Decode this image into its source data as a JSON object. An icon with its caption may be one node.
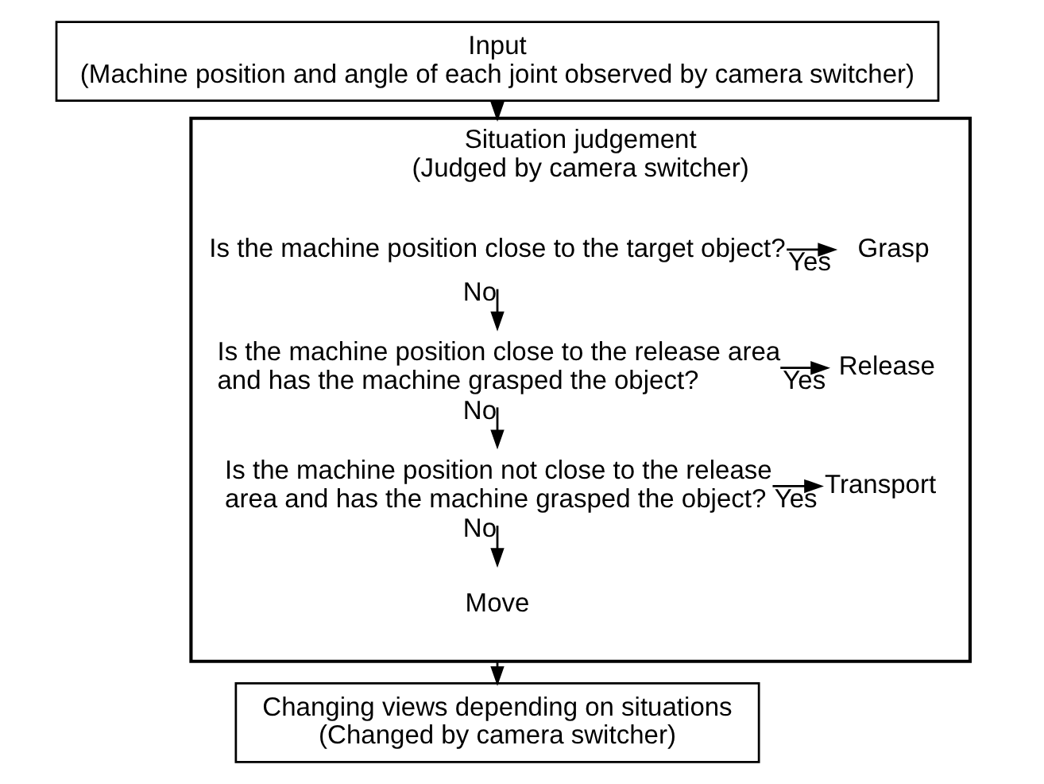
{
  "diagram": {
    "nodes": [
      {
        "text": [
          "Input",
          "(Machine position and angle of each joint observed by camera switcher)"
        ]
      },
      {
        "text": [
          "Situation judgement",
          "(Judged by camera switcher)"
        ]
      },
      {
        "text": [
          "Is the machine position close to the target object?"
        ],
        "in": 1
      },
      {
        "text": [
          "Grasp"
        ],
        "in": 1
      },
      {
        "text": [
          "Is the machine position close to the release area and has the machine grasped the object?"
        ],
        "in": 1
      },
      {
        "text": [
          "Release"
        ],
        "in": 1
      },
      {
        "text": [
          "Is the machine position not close to the release area and has the machine grasped the object?"
        ],
        "in": 1
      },
      {
        "text": [
          "Transport"
        ],
        "in": 1
      },
      {
        "text": [
          "Move"
        ],
        "in": 1
      },
      {
        "text": [
          "Changing views depending on situations",
          "(Changed by camera switcher)"
        ]
      }
    ],
    "edges": [
      {
        "from": 0,
        "to": 1,
        "arrow": "to"
      },
      {
        "from": 2,
        "to": 3,
        "label": "Yes",
        "arrow": "to"
      },
      {
        "from": 2,
        "to": 4,
        "label": "No",
        "arrow": "to"
      },
      {
        "from": 4,
        "to": 5,
        "label": "Yes",
        "arrow": "to"
      },
      {
        "from": 4,
        "to": 6,
        "label": "No",
        "arrow": "to"
      },
      {
        "from": 6,
        "to": 7,
        "label": "Yes",
        "arrow": "to"
      },
      {
        "from": 6,
        "to": 8,
        "label": "No",
        "arrow": "to"
      },
      {
        "from": 1,
        "to": 9,
        "arrow": "to"
      }
    ]
  }
}
